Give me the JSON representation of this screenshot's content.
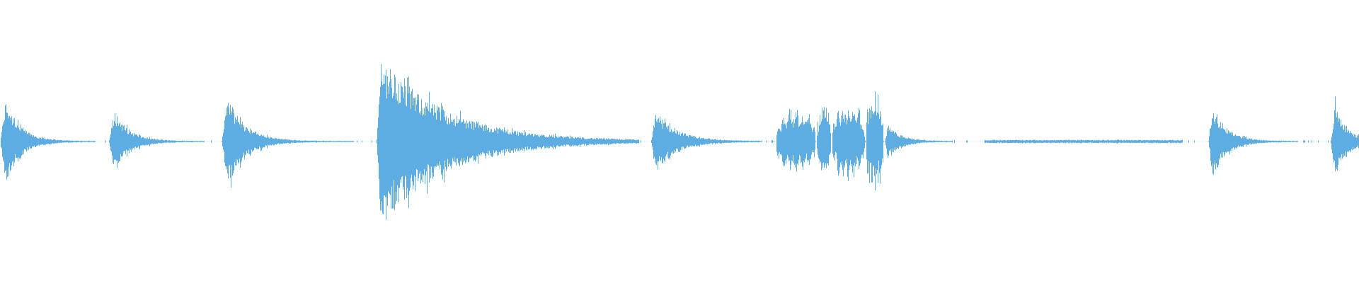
{
  "waveform": {
    "color": "#5DADE2",
    "background": "#FFFFFF",
    "segments": [
      {
        "kind": "burst",
        "start": 0.0,
        "attack": 0.004,
        "end": 0.07,
        "peak": 0.3,
        "decay": 6
      },
      {
        "kind": "burst",
        "start": 0.08,
        "attack": 0.004,
        "end": 0.15,
        "peak": 0.22,
        "decay": 6
      },
      {
        "kind": "burst",
        "start": 0.163,
        "attack": 0.004,
        "end": 0.26,
        "peak": 0.32,
        "decay": 7
      },
      {
        "kind": "burst",
        "start": 0.277,
        "attack": 0.003,
        "end": 0.47,
        "peak": 0.6,
        "decay": 4
      },
      {
        "kind": "burst",
        "start": 0.479,
        "attack": 0.003,
        "end": 0.56,
        "peak": 0.22,
        "decay": 5
      },
      {
        "kind": "speech",
        "start": 0.571,
        "end": 0.6,
        "peak": 0.26
      },
      {
        "kind": "speech",
        "start": 0.601,
        "end": 0.611,
        "peak": 0.28
      },
      {
        "kind": "speech",
        "start": 0.612,
        "end": 0.636,
        "peak": 0.3
      },
      {
        "kind": "speech",
        "start": 0.637,
        "end": 0.65,
        "peak": 0.36
      },
      {
        "kind": "burst",
        "start": 0.651,
        "attack": 0.002,
        "end": 0.7,
        "peak": 0.12,
        "decay": 5
      },
      {
        "kind": "noise",
        "start": 0.724,
        "end": 0.87,
        "peak": 0.012
      },
      {
        "kind": "burst",
        "start": 0.889,
        "attack": 0.003,
        "end": 0.955,
        "peak": 0.26,
        "decay": 6
      },
      {
        "kind": "burst",
        "start": 0.979,
        "attack": 0.003,
        "end": 1.0,
        "peak": 0.26,
        "decay": 2
      }
    ]
  }
}
